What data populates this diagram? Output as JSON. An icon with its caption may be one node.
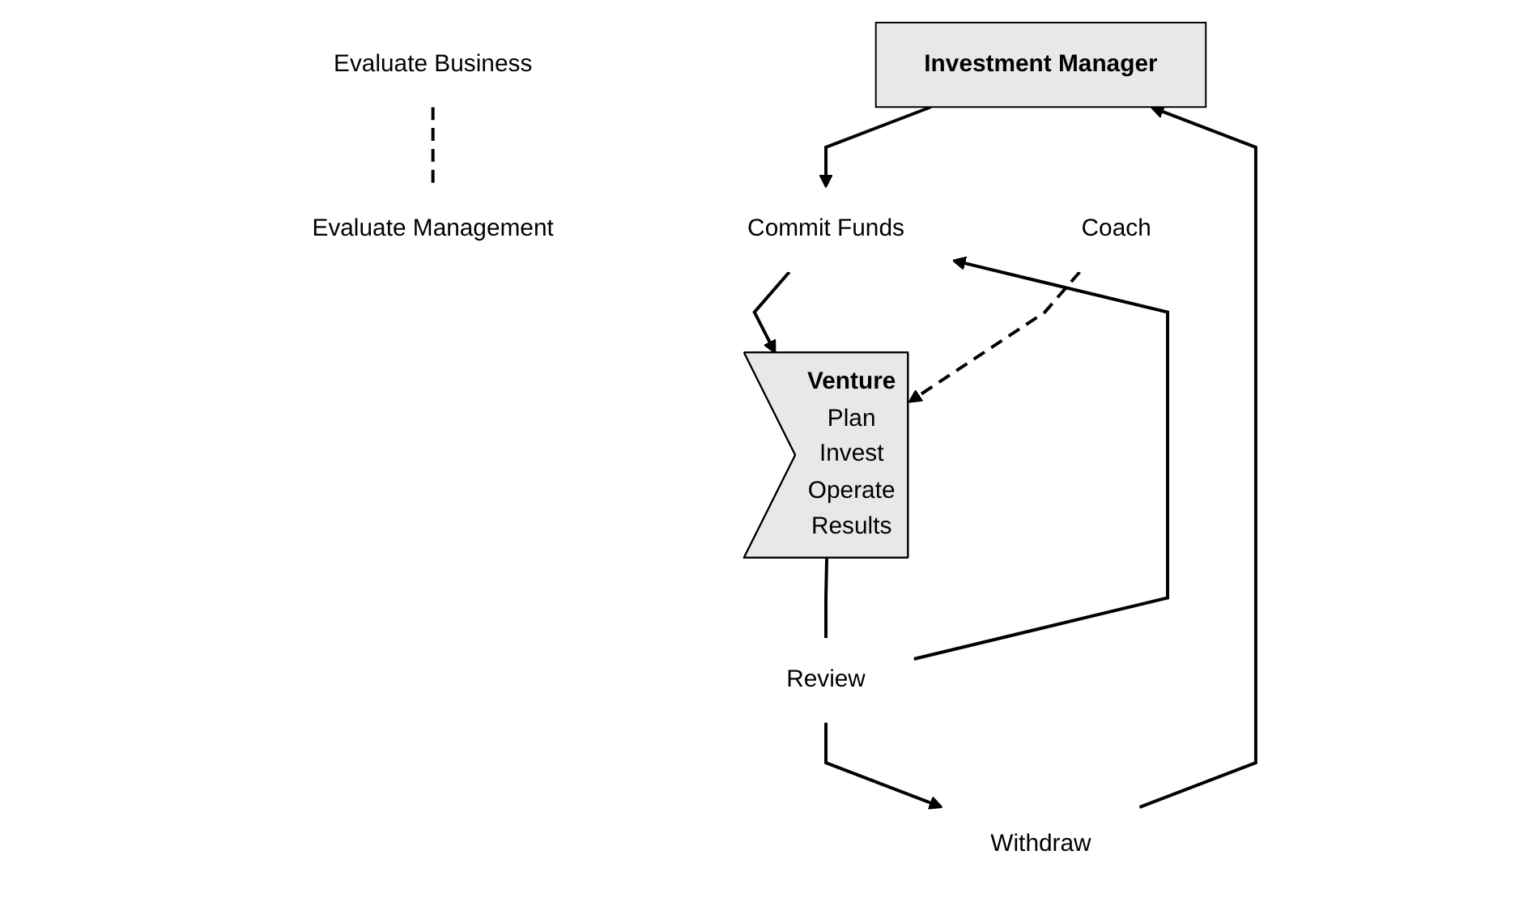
{
  "diagram": {
    "nodes": [
      {
        "text": [
          "Investment Manager"
        ]
      },
      {
        "text": [
          "Evaluate Business"
        ]
      },
      {
        "text": [
          "Evaluate Management"
        ]
      },
      {
        "text": [
          "Withdraw"
        ]
      },
      {
        "text": [
          "Commit Funds"
        ]
      },
      {
        "text": [
          "Coach"
        ]
      },
      {
        "text": [
          "Review"
        ]
      },
      {
        "text": [
          "Venture",
          "Plan",
          "Invest",
          "Operate",
          "Results"
        ]
      }
    ],
    "edges": [
      {
        "from": 0,
        "to": 4,
        "arrow": "to"
      },
      {
        "from": 1,
        "to": 2,
        "arrow": "none",
        "style": "dashed"
      },
      {
        "from": 7,
        "to": 6,
        "arrow": "none"
      },
      {
        "from": 6,
        "to": 3,
        "arrow": "to"
      },
      {
        "from": 6,
        "to": 4,
        "arrow": "to"
      },
      {
        "from": 3,
        "to": 0,
        "arrow": "to"
      },
      {
        "from": 4,
        "to": 7,
        "arrow": "to"
      },
      {
        "from": 5,
        "to": 7,
        "arrow": "to",
        "style": "dashed"
      }
    ]
  }
}
